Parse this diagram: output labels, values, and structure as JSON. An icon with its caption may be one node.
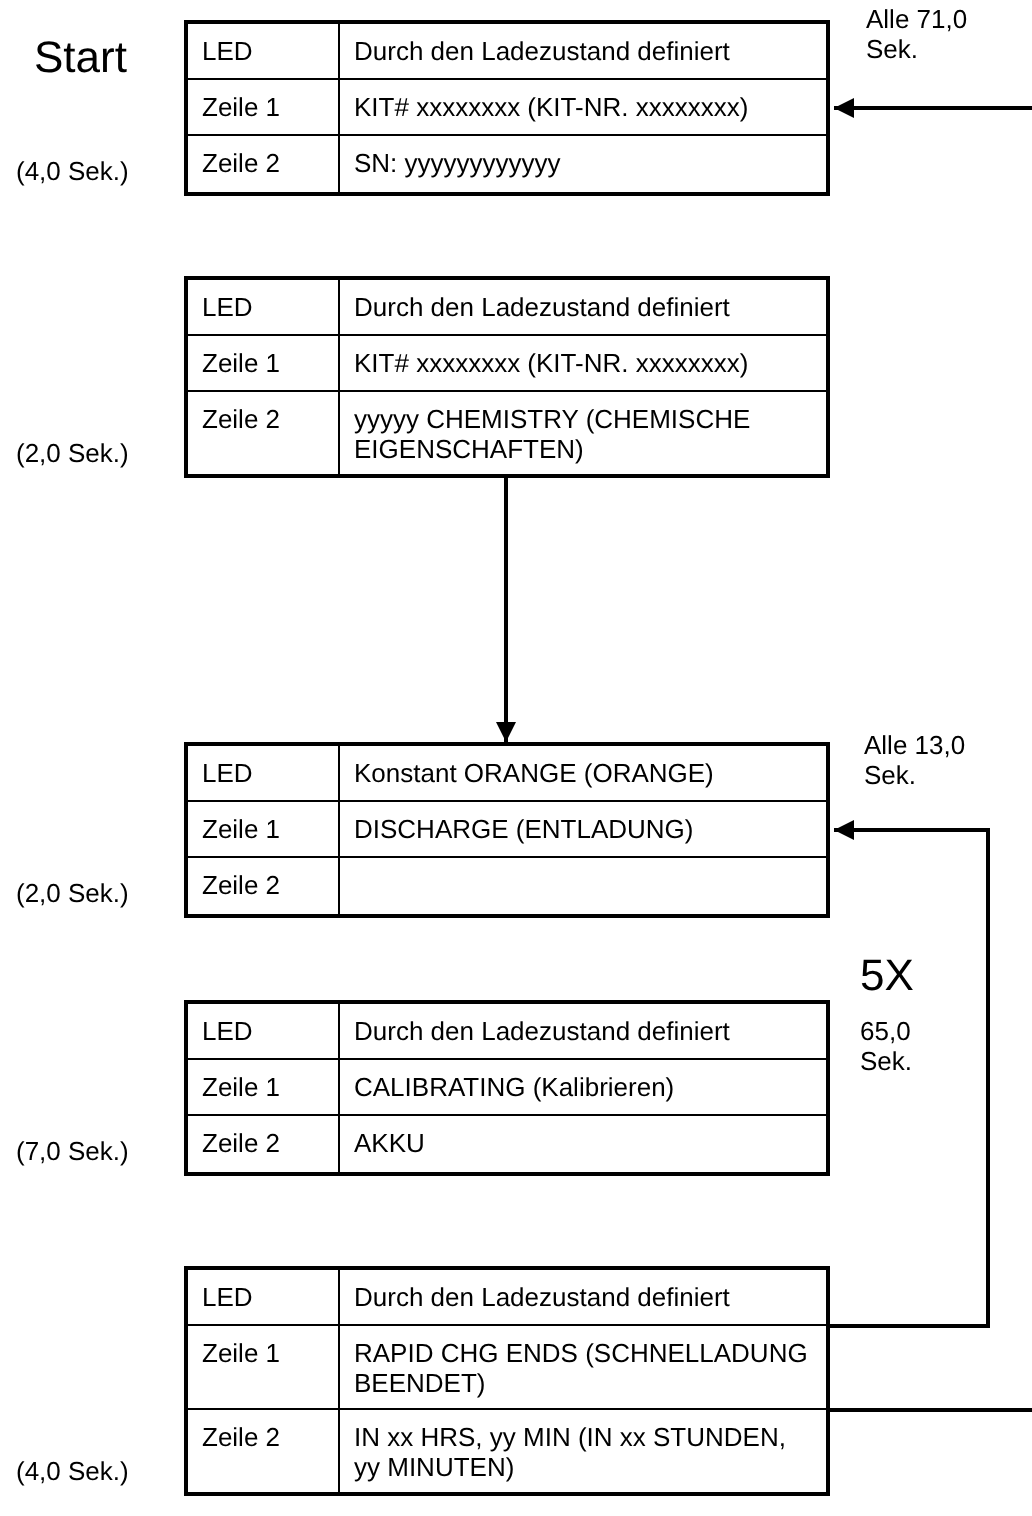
{
  "diagram": {
    "nodes": [
      {
        "text": [
          "LED",
          "Durch den Ladezustand definiert",
          "Zeile 1",
          "KIT# xxxxxxxx (KIT-NR. xxxxxxxx)",
          "Zeile 2",
          "SN: yyyyyyyyyyyy"
        ],
        "beside": [
          "(4,0 Sek.)"
        ]
      },
      {
        "text": [
          "LED",
          "Durch den Ladezustand definiert",
          "Zeile 1",
          "KIT# xxxxxxxx (KIT-NR. xxxxxxxx)",
          "Zeile 2",
          "yyyyy CHEMISTRY (CHEMISCHE EIGENSCHAFTEN)"
        ],
        "beside": [
          "(2,0 Sek.)"
        ]
      },
      {
        "text": [
          "LED",
          "Konstant ORANGE (ORANGE)",
          "Zeile 1",
          "DISCHARGE (ENTLADUNG)",
          "Zeile 2"
        ],
        "beside": [
          "(2,0 Sek.)"
        ]
      },
      {
        "text": [
          "LED",
          "Durch den Ladezustand definiert",
          "Zeile 1",
          "CALIBRATING (Kalibrieren)",
          "Zeile 2",
          "AKKU"
        ],
        "beside": [
          "(7,0 Sek.)"
        ]
      },
      {
        "text": [
          "LED",
          "Durch den Ladezustand definiert",
          "Zeile 1",
          "RAPID CHG ENDS (SCHNELLADUNG BEENDET)",
          "Zeile 2",
          "IN xx HRS, yy MIN (IN xx STUNDEN, yy MINUTEN)"
        ],
        "beside": [
          "(4,0 Sek.)"
        ]
      }
    ],
    "edges": [
      {
        "from": null,
        "to": 0,
        "arrow": "to",
        "label": "Alle 71,0 Sek."
      },
      {
        "from": 1,
        "to": 2,
        "arrow": "to"
      },
      {
        "from": 4,
        "to": 2,
        "arrow": "to",
        "label": "Alle 13,0 Sek."
      },
      {
        "from": 4,
        "to": null,
        "arrow": "none"
      }
    ],
    "labels": [
      "Start",
      "5X",
      "65,0 Sek."
    ]
  }
}
